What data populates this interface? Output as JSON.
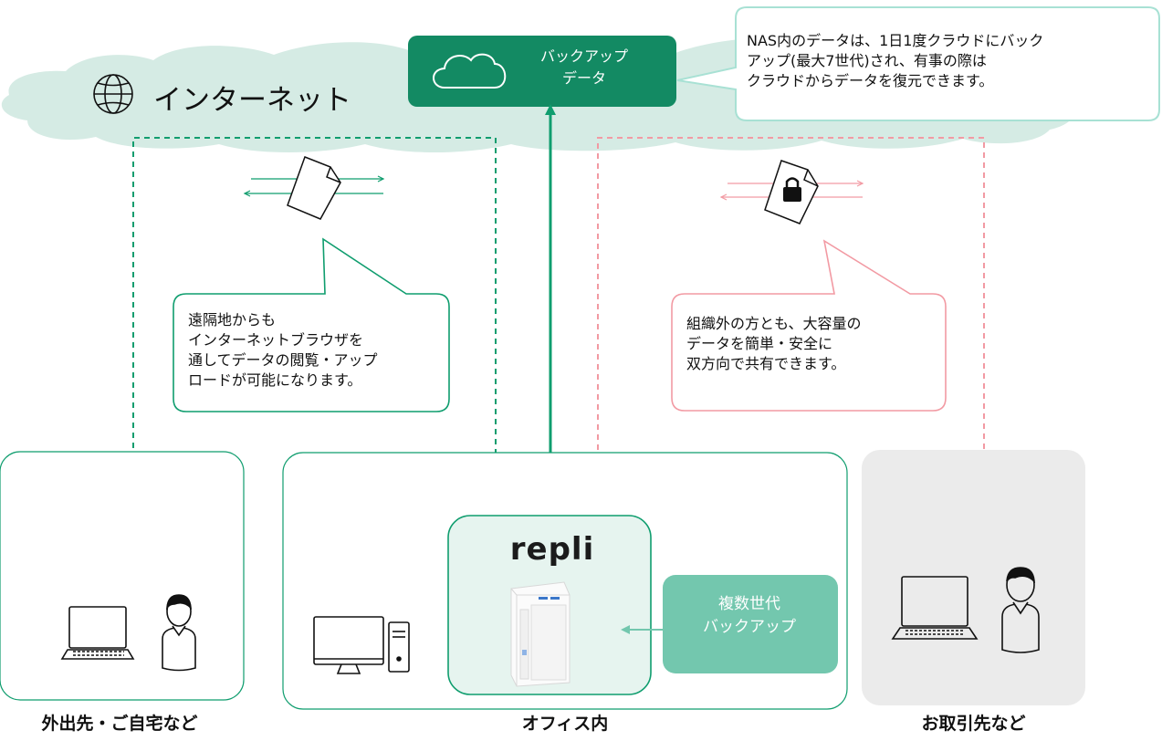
{
  "internet": {
    "label": "インターネット",
    "icon": "globe-icon"
  },
  "cloud_backup": {
    "title_lines": [
      "バックアップ",
      "データ"
    ],
    "icon": "cloud-icon"
  },
  "cloud_note": {
    "lines": [
      "NAS内のデータは、1日1度クラウドにバック",
      "アップ(最大7世代)され、有事の際は",
      "クラウドからデータを復元できます。"
    ]
  },
  "remote_bubble": {
    "lines": [
      "遠隔地からも",
      "インターネットブラウザを",
      "通してデータの閲覧・アップ",
      "ロードが可能になります。"
    ]
  },
  "partner_bubble": {
    "lines": [
      "組織外の方とも、大容量の",
      "データを簡単・安全に",
      "双方向で共有できます。"
    ]
  },
  "device": {
    "logo": "repli",
    "nas_icon": "nas-device-icon"
  },
  "multi_generation": {
    "lines": [
      "複数世代",
      "バックアップ"
    ]
  },
  "zones": {
    "remote": "外出先・ご自宅など",
    "office": "オフィス内",
    "partner": "お取引先など"
  },
  "colors": {
    "green": "#0f9d6e",
    "green_dark": "#138a63",
    "green_light": "#73c7ae",
    "cloud_fill": "#d5ebe4",
    "pink": "#f29aa3",
    "partner_bg": "#ebebeb"
  },
  "icons": [
    "document-icon",
    "locked-document-icon",
    "laptop-icon",
    "person-icon",
    "desktop-computer-icon"
  ]
}
